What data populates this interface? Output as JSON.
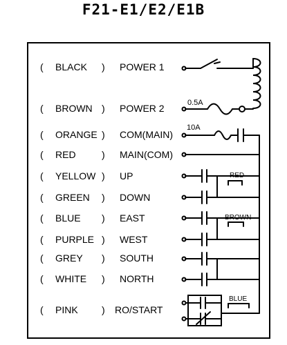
{
  "title": "F21-E1/E2/E1B",
  "rows": [
    {
      "wire": "BLACK",
      "function": "POWER 1"
    },
    {
      "wire": "BROWN",
      "function": "POWER 2"
    },
    {
      "wire": "ORANGE",
      "function": "COM(MAIN)"
    },
    {
      "wire": "RED",
      "function": "MAIN(COM)"
    },
    {
      "wire": "YELLOW",
      "function": "UP"
    },
    {
      "wire": "GREEN",
      "function": "DOWN"
    },
    {
      "wire": "BLUE",
      "function": "EAST"
    },
    {
      "wire": "PURPLE",
      "function": "WEST"
    },
    {
      "wire": "GREY",
      "function": "SOUTH"
    },
    {
      "wire": "WHITE",
      "function": "NORTH"
    },
    {
      "wire": "PINK",
      "function": "RO/START"
    }
  ],
  "brackets": {
    "open": "(",
    "close": ")"
  },
  "circuit_labels": {
    "fuse_power2": "0.5A",
    "fuse_com": "10A",
    "interlock_updown": "RED",
    "interlock_eastwest": "BROWN",
    "interlock_start": "BLUE"
  }
}
